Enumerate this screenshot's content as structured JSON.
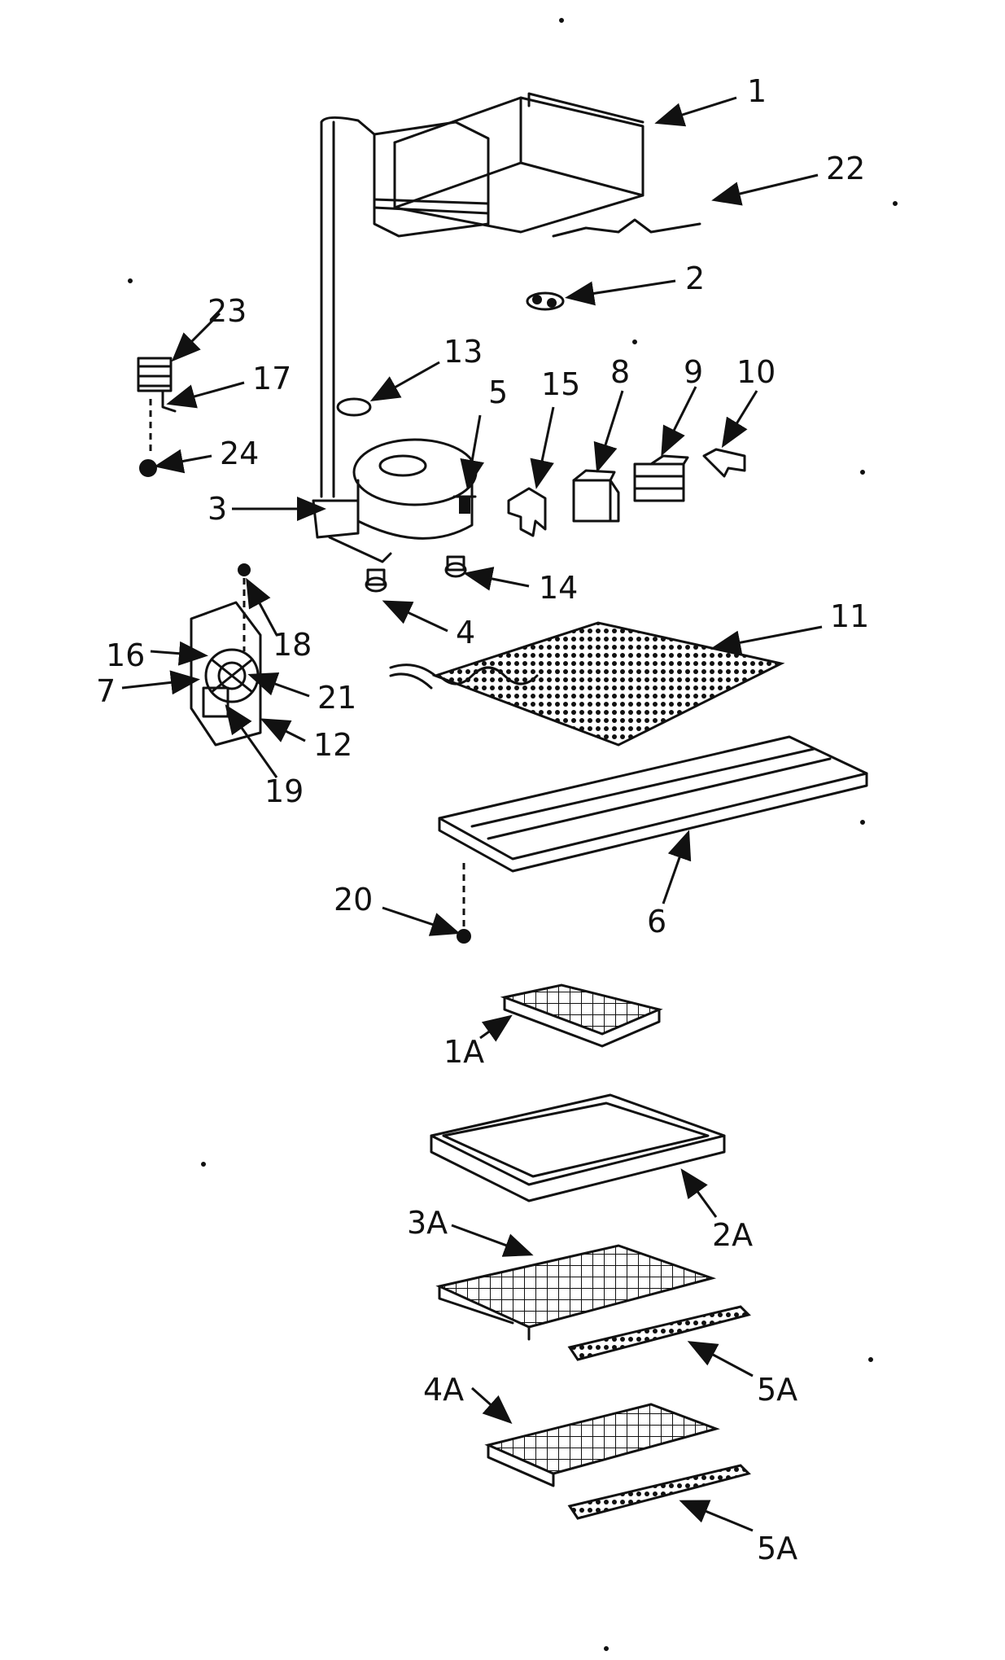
{
  "labels": {
    "p1": "1",
    "p22": "22",
    "p2": "2",
    "p23": "23",
    "p17": "17",
    "p24": "24",
    "p13": "13",
    "p5": "5",
    "p15": "15",
    "p8": "8",
    "p9": "9",
    "p10": "10",
    "p3": "3",
    "p14": "14",
    "p4": "4",
    "p18": "18",
    "p11": "11",
    "p16": "16",
    "p7": "7",
    "p21": "21",
    "p12": "12",
    "p19": "19",
    "p20": "20",
    "p6": "6",
    "p1A": "1A",
    "p2A": "2A",
    "p3A": "3A",
    "p5A_1": "5A",
    "p4A": "4A",
    "p5A_2": "5A"
  }
}
